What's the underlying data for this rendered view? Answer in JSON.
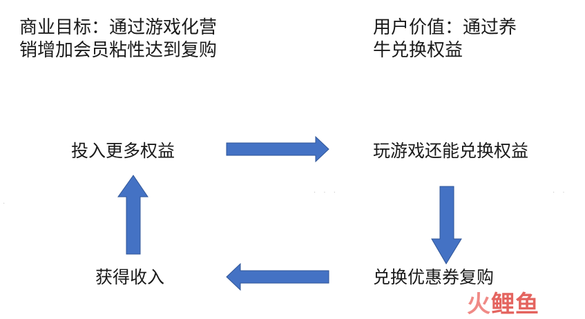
{
  "business_goal": {
    "line1": "商业目标：通过游戏化营",
    "line2": "销增加会员粘性达到复购"
  },
  "user_value": {
    "line1": "用户价值：通过养",
    "line2": "牛兑换权益"
  },
  "nodes": {
    "invest_more": "投入更多权益",
    "play_exchange": "玩游戏还能兑换权益",
    "coupon_repurchase": "兑换优惠券复购",
    "earn_income": "获得收入"
  },
  "watermark": {
    "part1": "火",
    "part2": "鲤鱼"
  },
  "colors": {
    "arrow_fill": "#4472c4",
    "arrow_stroke": "#2f5597",
    "text": "#1a1a1a"
  }
}
